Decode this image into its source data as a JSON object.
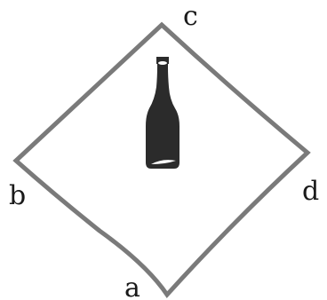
{
  "diagram": {
    "labels": {
      "a": "a",
      "b": "b",
      "c": "c",
      "d": "d"
    },
    "colors": {
      "outline": "#7a7a7a",
      "bottle": "#2b2b2b",
      "highlight": "#ffffff",
      "text": "#1a1a1a"
    }
  }
}
